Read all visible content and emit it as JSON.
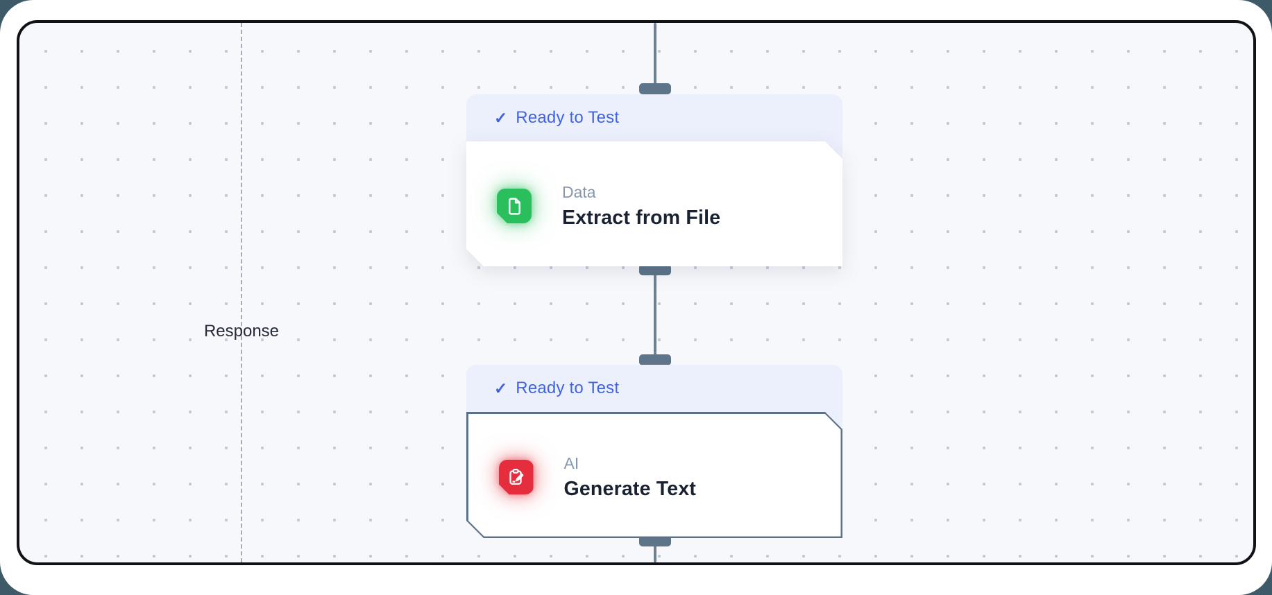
{
  "page": {
    "background_color": "#3e5a68",
    "frame_color": "#ffffff"
  },
  "canvas": {
    "background_color": "#f7f8fb",
    "border_color": "#101217",
    "dot_color": "#c5cad5"
  },
  "guide": {
    "label": "Response",
    "line_color": "#a6abb8"
  },
  "edge": {
    "line_color": "#6b8094",
    "handle_color": "#5e7488"
  },
  "nodes": [
    {
      "status_check": "✓",
      "status": "Ready to Test",
      "category": "Data",
      "title": "Extract from File",
      "icon": "file-icon",
      "icon_color": "#2abf5c",
      "selected": false
    },
    {
      "status_check": "✓",
      "status": "Ready to Test",
      "category": "AI",
      "title": "Generate Text",
      "icon": "clipboard-pen-icon",
      "icon_color": "#e52d3d",
      "selected": true,
      "selection_outline_color": "#5b7186"
    }
  ],
  "colors": {
    "badge_background": "#ecf0fc",
    "badge_text": "#4263de",
    "category_text": "#8897ad",
    "title_text": "#1a2130"
  }
}
